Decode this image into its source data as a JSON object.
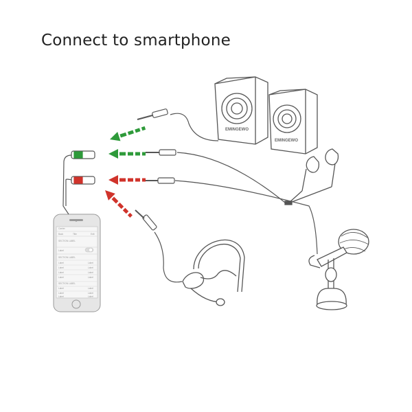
{
  "title": "Connect to smartphone",
  "colors": {
    "green_arrow": "#2e9a3a",
    "red_arrow": "#d0332b",
    "cable": "#555555",
    "phone_body": "#e6e6e6"
  },
  "speaker_brand": "EMINGEWO",
  "phone": {
    "status_left": "Carrier",
    "nav_back": "Back",
    "nav_title": "Title",
    "nav_right": "Edit",
    "section_1": "SECTION LABEL",
    "row_label": "Label",
    "section_2": "SECTION LABEL",
    "section_3": "SECTION LABEL",
    "list_rows": [
      {
        "left": "Label",
        "right": "Label"
      },
      {
        "left": "Label",
        "right": "Label"
      },
      {
        "left": "Label",
        "right": "Label"
      },
      {
        "left": "Label",
        "right": "Label"
      }
    ],
    "list_rows_2": [
      {
        "left": "Label",
        "right": "Label"
      },
      {
        "left": "Label",
        "right": "Label"
      },
      {
        "left": "Label",
        "right": "Label"
      }
    ]
  },
  "icons": [
    "phone-icon",
    "speaker-icon",
    "earphones-icon",
    "microphone-icon",
    "headset-icon",
    "splitter-icon",
    "arrow-icon"
  ]
}
